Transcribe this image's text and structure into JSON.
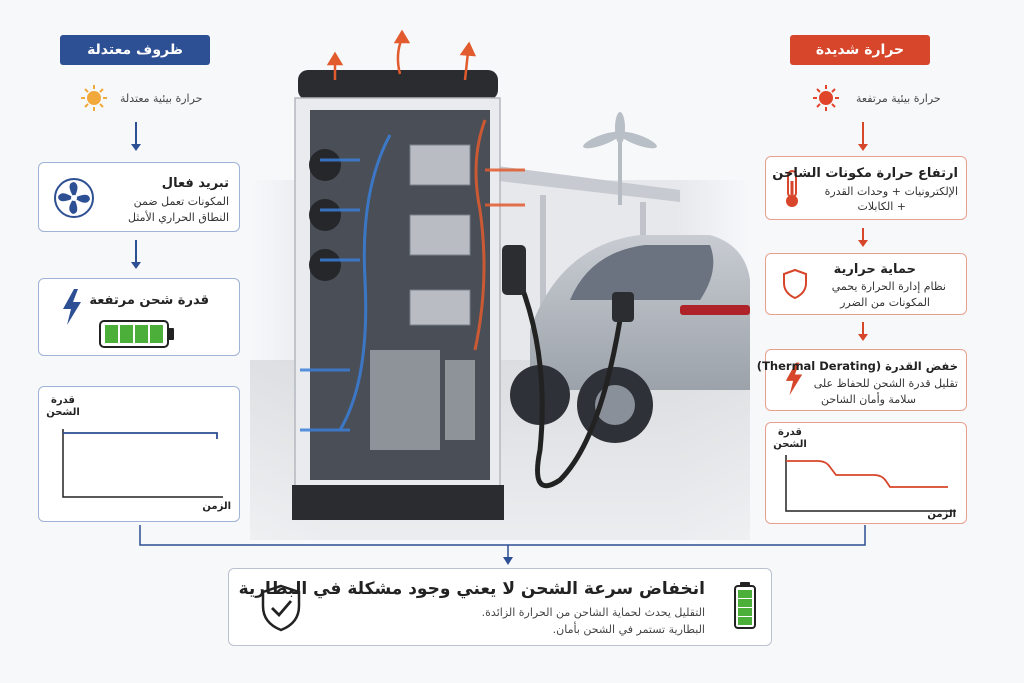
{
  "left": {
    "header": "ظروف معتدلة",
    "ambient": "حرارة بيئية معتدلة",
    "cooling": {
      "title": "تبريد فعال",
      "line1": "المكونات تعمل ضمن",
      "line2": "النطاق الحراري الأمثل"
    },
    "power": {
      "title": "قدرة شحن مرتفعة",
      "battery_segments": 4
    },
    "chart": {
      "ylabel_line1": "قدرة",
      "ylabel_line2": "الشحن",
      "xlabel": "الزمن"
    }
  },
  "right": {
    "header": "حرارة شديدة",
    "ambient": "حرارة بيئية مرتفعة",
    "heat": {
      "title": "ارتفاع حرارة مكونات الشاحن",
      "line1": "الإلكترونيات + وحدات القدرة",
      "line2": "+ الكابلات"
    },
    "protection": {
      "title": "حماية حرارية",
      "line1": "نظام إدارة الحرارة يحمي",
      "line2": "المكونات من الضرر"
    },
    "derating": {
      "title": "خفض القدرة (Thermal Derating)",
      "line1": "تقليل قدرة الشحن للحفاظ على",
      "line2": "سلامة وأمان الشاحن"
    },
    "chart": {
      "ylabel_line1": "قدرة",
      "ylabel_line2": "الشحن",
      "xlabel": "الزمن"
    }
  },
  "bottom": {
    "title": "انخفاض سرعة الشحن لا يعني وجود مشكلة في البطارية",
    "line1": "التقليل يحدث لحماية الشاحن من الحرارة الزائدة.",
    "line2": "البطارية تستمر في الشحن بأمان.",
    "battery_segments": 4
  },
  "colors": {
    "blue": "#2d4f93",
    "red": "#d7452a",
    "green": "#4caf3a"
  },
  "icons": [
    "sun-icon",
    "fan-icon",
    "lightning-icon",
    "battery-icon",
    "thermometer-icon",
    "shield-icon",
    "shield-check-icon",
    "heat-arrow-icon"
  ]
}
